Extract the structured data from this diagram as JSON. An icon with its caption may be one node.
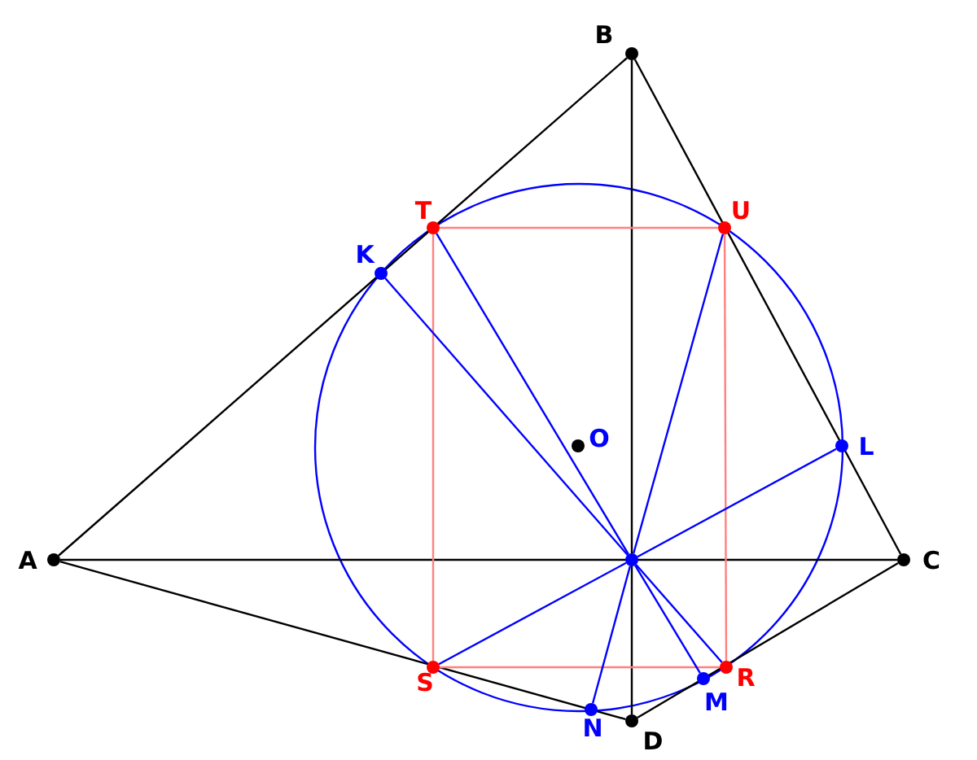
{
  "diagram": {
    "nodes": [
      {
        "text": [],
        "shape": "circle",
        "beside": [
          "B"
        ]
      },
      {
        "text": [],
        "shape": "circle",
        "beside": [
          "T"
        ]
      },
      {
        "text": [],
        "shape": "circle",
        "beside": [
          "U"
        ]
      },
      {
        "text": [],
        "shape": "circle",
        "beside": [
          "K"
        ]
      },
      {
        "text": [],
        "shape": "circle",
        "beside": [
          "O"
        ]
      },
      {
        "text": [],
        "shape": "circle",
        "beside": [
          "L"
        ]
      },
      {
        "text": [],
        "shape": "circle",
        "beside": [
          "A"
        ]
      },
      {
        "text": [],
        "shape": "circle",
        "beside": [
          "C"
        ]
      },
      {
        "text": [],
        "shape": "circle"
      },
      {
        "text": [],
        "shape": "circle",
        "beside": [
          "S"
        ]
      },
      {
        "text": [],
        "shape": "circle",
        "beside": [
          "R"
        ]
      },
      {
        "text": [],
        "shape": "circle",
        "beside": [
          "M"
        ]
      },
      {
        "text": [],
        "shape": "circle",
        "beside": [
          "N"
        ]
      },
      {
        "text": [],
        "shape": "circle",
        "beside": [
          "D"
        ]
      }
    ],
    "edges": [
      {
        "from": 6,
        "to": 0,
        "arrow": "none",
        "color": "#000000"
      },
      {
        "from": 0,
        "to": 7,
        "arrow": "none",
        "color": "#000000"
      },
      {
        "from": 7,
        "to": 13,
        "arrow": "none",
        "color": "#000000"
      },
      {
        "from": 13,
        "to": 6,
        "arrow": "none",
        "color": "#000000"
      },
      {
        "from": 6,
        "to": 7,
        "arrow": "none",
        "color": "#000000"
      },
      {
        "from": 0,
        "to": 13,
        "arrow": "none",
        "color": "#000000"
      },
      {
        "from": 1,
        "to": 2,
        "arrow": "none",
        "color": "#ff8080"
      },
      {
        "from": 2,
        "to": 10,
        "arrow": "none",
        "color": "#ff8080"
      },
      {
        "from": 10,
        "to": 9,
        "arrow": "none",
        "color": "#ff8080"
      },
      {
        "from": 9,
        "to": 1,
        "arrow": "none",
        "color": "#ff8080"
      },
      {
        "from": 8,
        "to": 1,
        "arrow": "none",
        "color": "#0000ff"
      },
      {
        "from": 8,
        "to": 2,
        "arrow": "none",
        "color": "#0000ff"
      },
      {
        "from": 8,
        "to": 10,
        "arrow": "none",
        "color": "#0000ff"
      },
      {
        "from": 8,
        "to": 9,
        "arrow": "none",
        "color": "#0000ff"
      },
      {
        "from": 8,
        "to": 3,
        "arrow": "none",
        "color": "#0000ff"
      },
      {
        "from": 8,
        "to": 5,
        "arrow": "none",
        "color": "#0000ff"
      },
      {
        "from": 8,
        "to": 11,
        "arrow": "none",
        "color": "#0000ff"
      },
      {
        "from": 8,
        "to": 12,
        "arrow": "none",
        "color": "#0000ff"
      }
    ]
  }
}
